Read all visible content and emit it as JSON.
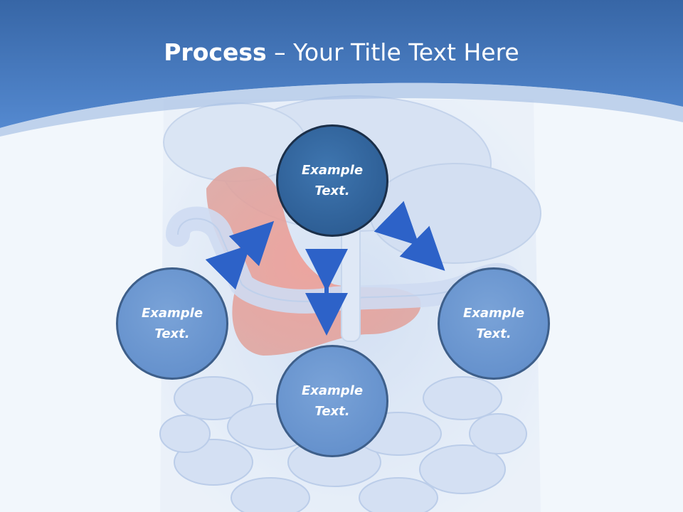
{
  "title": {
    "bold": "Process",
    "rest": " – Your Title Text Here"
  },
  "nodes": [
    {
      "line1": "Example",
      "line2": "Text."
    },
    {
      "line1": "Example",
      "line2": "Text."
    },
    {
      "line1": "Example",
      "line2": "Text."
    },
    {
      "line1": "Example",
      "line2": "Text."
    }
  ],
  "colors": {
    "header_blue": "#4a7fc4",
    "node_dark": "#2e5f96",
    "node_light": "#6692cd",
    "arrow_blue": "#2d62c8",
    "organ_red": "#e46a5e"
  }
}
